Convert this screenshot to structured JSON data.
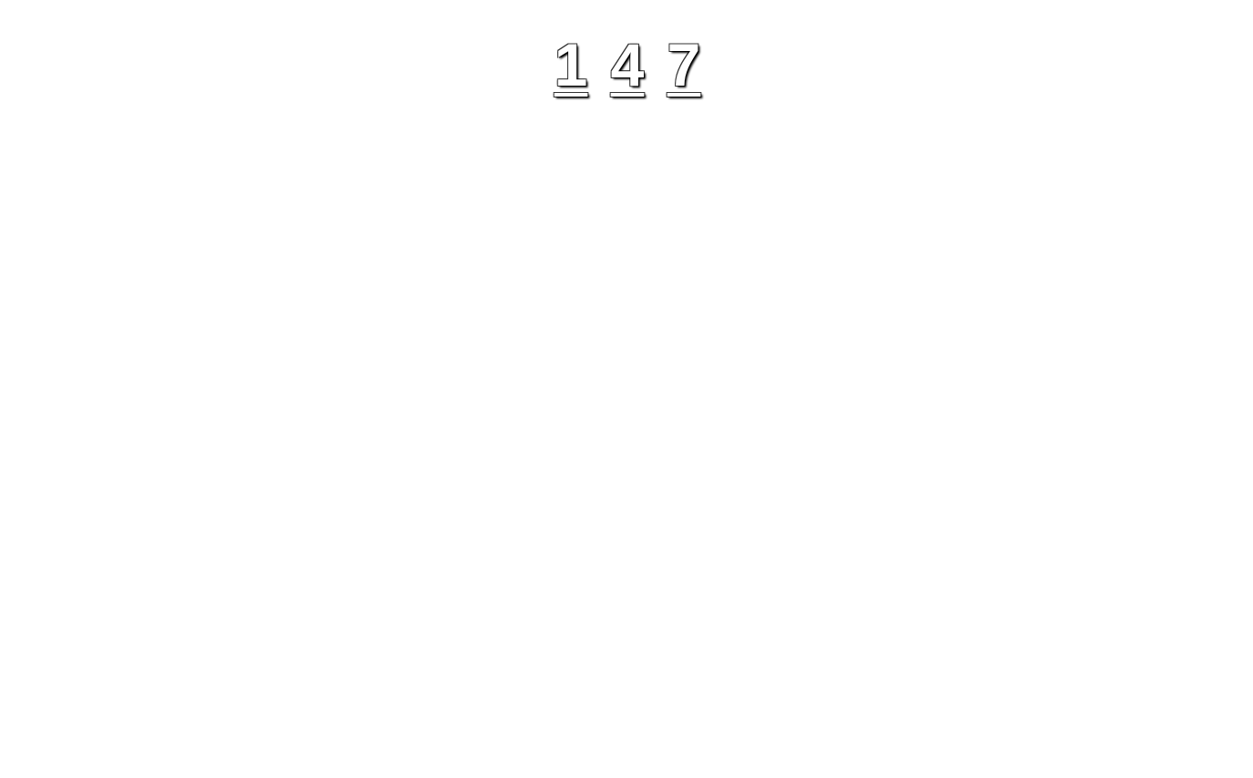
{
  "numbers": {
    "items": [
      {
        "label": "1"
      },
      {
        "label": "4"
      },
      {
        "label": "7"
      }
    ]
  },
  "colors": {
    "background": "#ffffff",
    "digit_fill": "#ffffff",
    "digit_shadow": "#000000"
  }
}
